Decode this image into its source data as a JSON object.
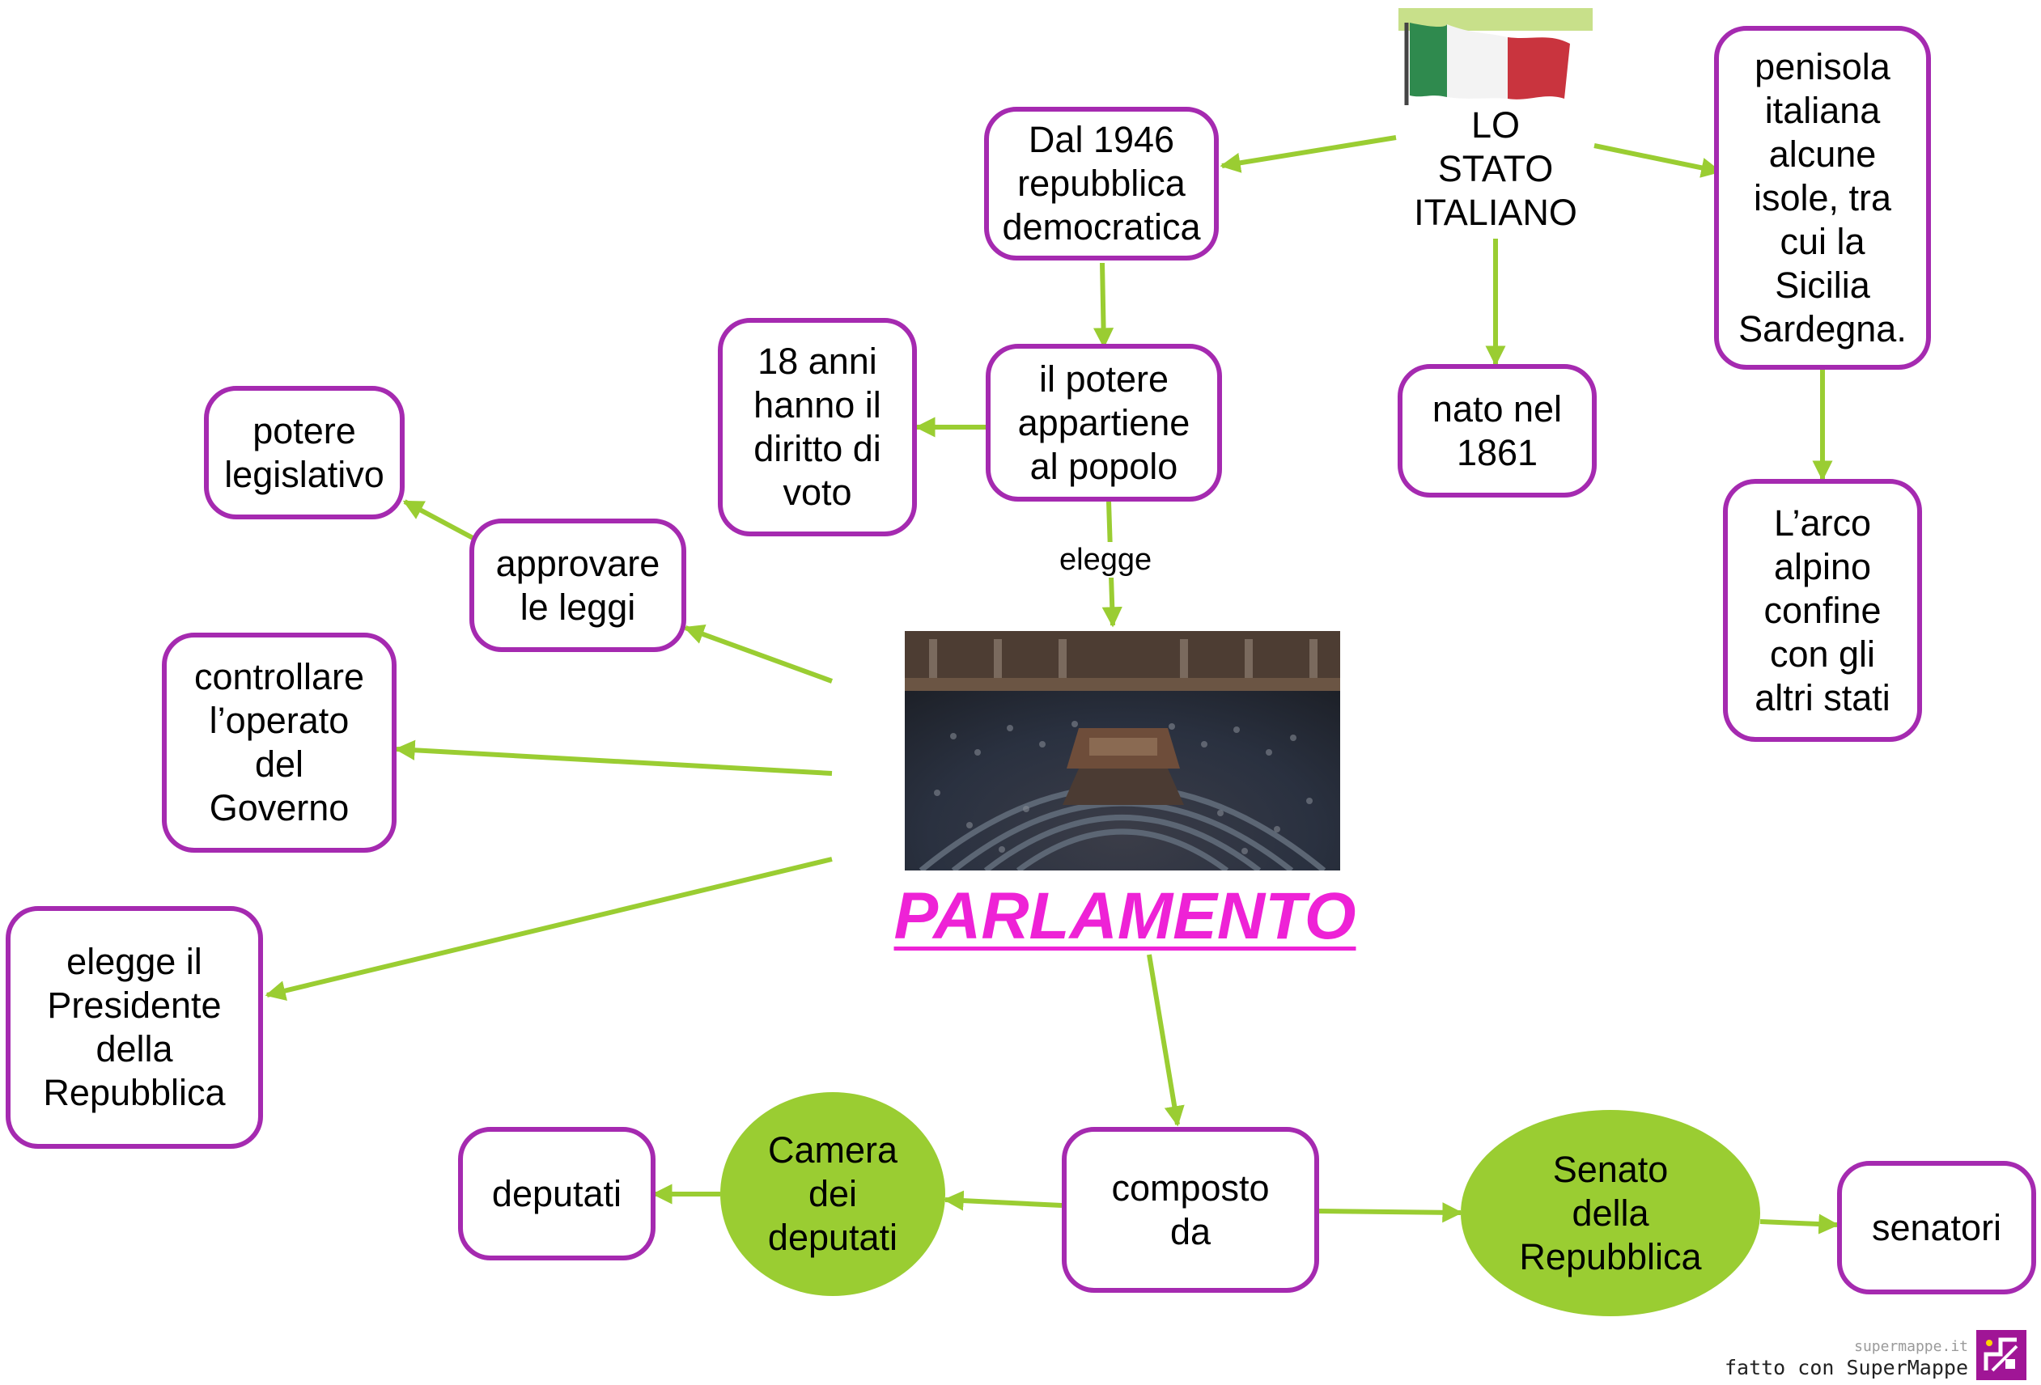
{
  "nodes": {
    "lo_stato_italiano": "LO\nSTATO\nITALIANO",
    "repubblica_democratica": "Dal 1946\nrepubblica\ndemocratica",
    "penisola_italiana": "penisola\nitaliana\nalcune\nisole, tra\ncui la\nSicilia\nSardegna.",
    "nato_nel_1861": "nato nel\n1861",
    "arco_alpino": "L’arco\nalpino\nconfine\ncon gli\naltri stati",
    "potere_al_popolo": "il potere\nappartiene\nal popolo",
    "diritto_di_voto": "18 anni\nhanno il\ndiritto di\nvoto",
    "potere_legislativo": "potere\nlegislativo",
    "approvare_leggi": "approvare\nle leggi",
    "controllare_governo": "controllare\nl’operato\ndel\nGoverno",
    "elegge_presidente": "elegge il\nPresidente\ndella\nRepubblica",
    "parlamento": "PARLAMENTO",
    "composto_da": "composto\nda",
    "camera_deputati": "Camera\ndei\ndeputati",
    "deputati": "deputati",
    "senato": "Senato\ndella\nRepubblica",
    "senatori": "senatori"
  },
  "edge_labels": {
    "elegge": "elegge"
  },
  "footer": {
    "site": "supermappe.it",
    "credit": "fatto con SuperMappe"
  },
  "colors": {
    "node_border": "#a52ab0",
    "edge": "#9acd32",
    "ellipse_fill": "#9acd32",
    "parlamento_text": "#ee22d6",
    "flag_green": "#2f8a4e",
    "flag_white": "#f3f3f3",
    "flag_red": "#c9343e",
    "logo": "#a01596"
  },
  "icons": {
    "flag": "italian-flag",
    "parliament_photo": "parliament-chamber-photo",
    "logo": "supermappe-logo"
  }
}
